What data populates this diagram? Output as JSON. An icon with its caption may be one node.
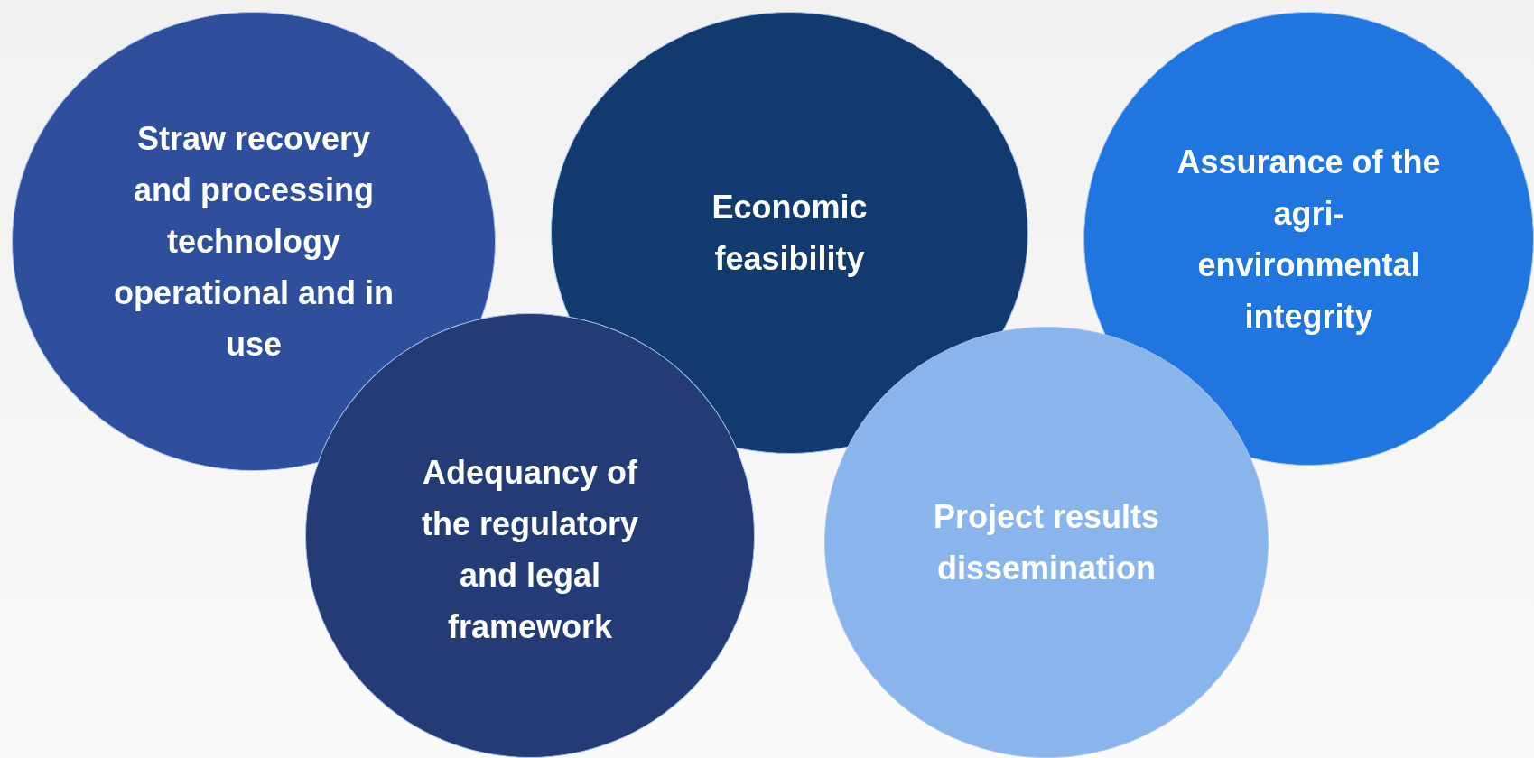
{
  "diagram": {
    "nodes": [
      {
        "text": [
          "Straw recovery and processing technology operational and in use"
        ]
      },
      {
        "text": [
          "Economic feasibility"
        ]
      },
      {
        "text": [
          "Assurance of the agri-environmental integrity"
        ]
      },
      {
        "text": [
          "Adequancy of the regulatory and legal framework"
        ]
      },
      {
        "text": [
          "Project results dissemination"
        ]
      }
    ]
  }
}
